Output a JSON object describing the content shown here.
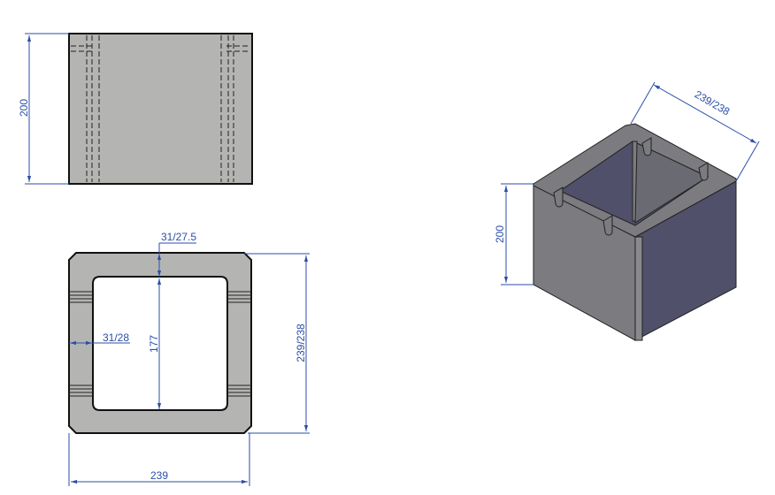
{
  "drawing": {
    "front_view": {
      "height_dim": "200"
    },
    "top_view": {
      "wall_top_dim": "31/27.5",
      "wall_side_dim": "31/28",
      "inner_dim": "177",
      "depth_dim": "239/238",
      "width_dim": "239"
    },
    "iso_view": {
      "height_dim": "200",
      "length_dim": "239/238"
    },
    "colors": {
      "dimension": "#2b4ea8",
      "section_fill": "#b4b5b3",
      "iso_light": "#7b7b80",
      "iso_dark": "#50506a"
    }
  }
}
